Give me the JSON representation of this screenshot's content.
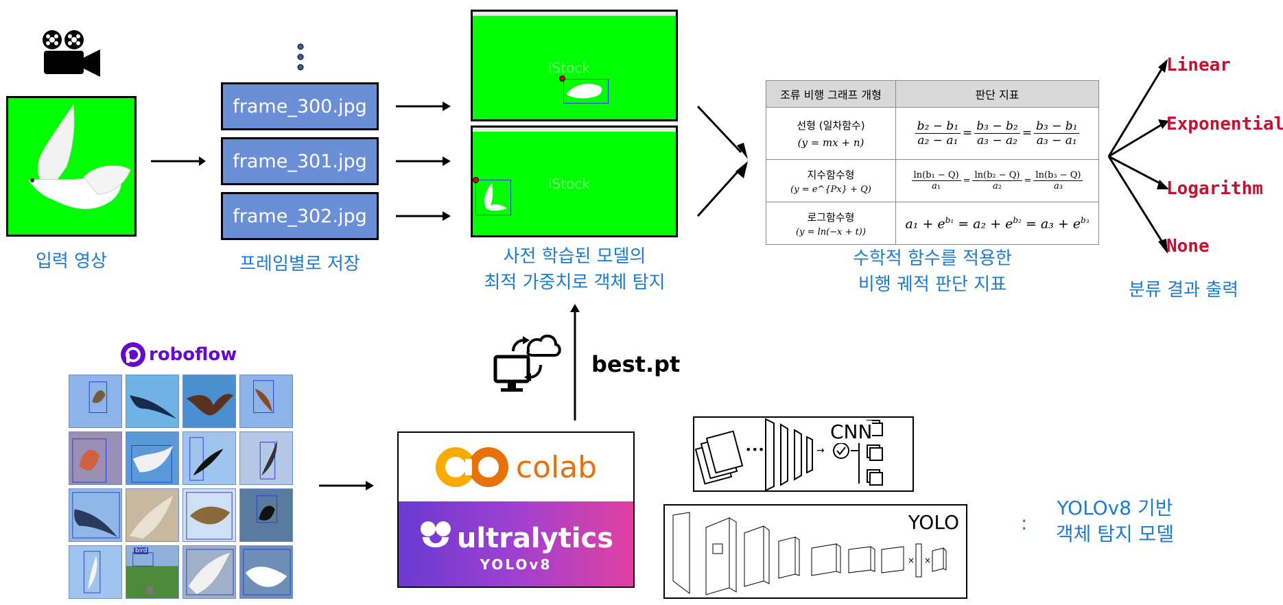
{
  "input": {
    "caption": "입력 영상",
    "icon": "movie-camera-icon"
  },
  "frames": {
    "caption": "프레임별로 저장",
    "items": [
      "frame_300.jpg",
      "frame_301.jpg",
      "frame_302.jpg"
    ]
  },
  "detection": {
    "caption_line1": "사전 학습된 모델의",
    "caption_line2": "최적 가중치로 객체 탐지",
    "watermark": "iStock"
  },
  "metric_table": {
    "header_col1": "조류 비행 그래프 개형",
    "header_col2": "판단 지표",
    "rows": [
      {
        "name": "선형 (일차함수)",
        "formula": "(y = mx + n)"
      },
      {
        "name": "지수함수형",
        "formula": "(y = e^{Px} + Q)"
      },
      {
        "name": "로그함수형",
        "formula": "(y = ln(−x + t))"
      }
    ],
    "caption_line1": "수학적 함수를 적용한",
    "caption_line2": "비행 궤적 판단 지표"
  },
  "classes": {
    "items": [
      "Linear",
      "Exponential",
      "Logarithm",
      "None"
    ],
    "caption": "분류 결과 출력",
    "color": "#c8102e"
  },
  "roboflow": {
    "logo_text": "roboflow",
    "thumb_label": "bird"
  },
  "colab": {
    "logo_text": "colab"
  },
  "ultralytics": {
    "logo_text": "ultralytics",
    "sub_text": "YOLOv8"
  },
  "weights": {
    "label": "best.pt"
  },
  "models": {
    "cnn_label": "CNN",
    "yolo_label": "YOLO",
    "separator": ":",
    "desc_line1": "YOLOv8 기반",
    "desc_line2": "객체 탐지 모델"
  },
  "colors": {
    "accent_blue": "#1a7bd0",
    "frame_blue": "#6a8fd6",
    "green_screen": "#00ff00"
  }
}
